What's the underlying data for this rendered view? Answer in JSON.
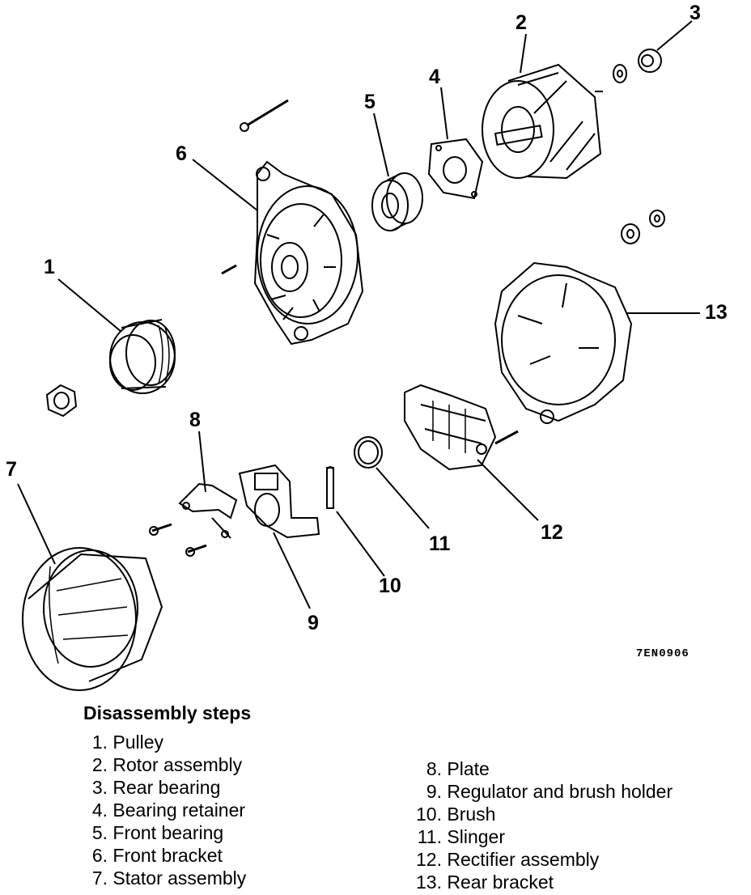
{
  "callouts": {
    "c1": "1",
    "c2": "2",
    "c3": "3",
    "c4": "4",
    "c5": "5",
    "c6": "6",
    "c7": "7",
    "c8": "8",
    "c9": "9",
    "c10": "10",
    "c11": "11",
    "c12": "12",
    "c13": "13"
  },
  "figure_code": "7EN0906",
  "steps_title": "Disassembly steps",
  "steps_left": [
    {
      "num": "1.",
      "label": "Pulley"
    },
    {
      "num": "2.",
      "label": "Rotor assembly"
    },
    {
      "num": "3.",
      "label": "Rear bearing"
    },
    {
      "num": "4.",
      "label": "Bearing retainer"
    },
    {
      "num": "5.",
      "label": "Front bearing"
    },
    {
      "num": "6.",
      "label": "Front bracket"
    },
    {
      "num": "7.",
      "label": "Stator assembly"
    }
  ],
  "steps_right": [
    {
      "num": "8.",
      "label": "Plate"
    },
    {
      "num": "9.",
      "label": "Regulator and brush holder"
    },
    {
      "num": "10.",
      "label": "Brush"
    },
    {
      "num": "11.",
      "label": "Slinger"
    },
    {
      "num": "12.",
      "label": "Rectifier assembly"
    },
    {
      "num": "13.",
      "label": "Rear bracket"
    }
  ]
}
